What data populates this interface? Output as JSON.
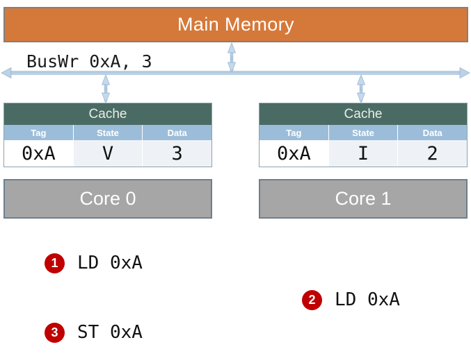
{
  "diagram": {
    "main_memory": {
      "label": "Main Memory",
      "color": "#d5793a"
    },
    "bus": {
      "label": "BusWr 0xA, 3",
      "arrow_color": "#a8c4dd"
    },
    "caches": [
      {
        "title": "Cache",
        "columns": [
          "Tag",
          "State",
          "Data"
        ],
        "row": {
          "tag": "0xA",
          "state": "V",
          "data": "3"
        },
        "state_color": "#111111",
        "data_color": "#e00000"
      },
      {
        "title": "Cache",
        "columns": [
          "Tag",
          "State",
          "Data"
        ],
        "row": {
          "tag": "0xA",
          "state": "I",
          "data": "2"
        },
        "state_color": "#e00000",
        "data_color": "#111111"
      }
    ],
    "cores": [
      {
        "label": "Core 0"
      },
      {
        "label": "Core 1"
      }
    ],
    "steps": [
      {
        "number": "1",
        "text": "LD 0xA"
      },
      {
        "number": "2",
        "text": "LD 0xA"
      },
      {
        "number": "3",
        "text": "ST 0xA"
      }
    ],
    "colors": {
      "memory_orange": "#d5793a",
      "cache_header_green": "#4a6b63",
      "table_header_blue": "#9cbdd9",
      "core_gray": "#a6a6a6",
      "badge_red": "#c00000",
      "highlight_red": "#e00000"
    }
  }
}
